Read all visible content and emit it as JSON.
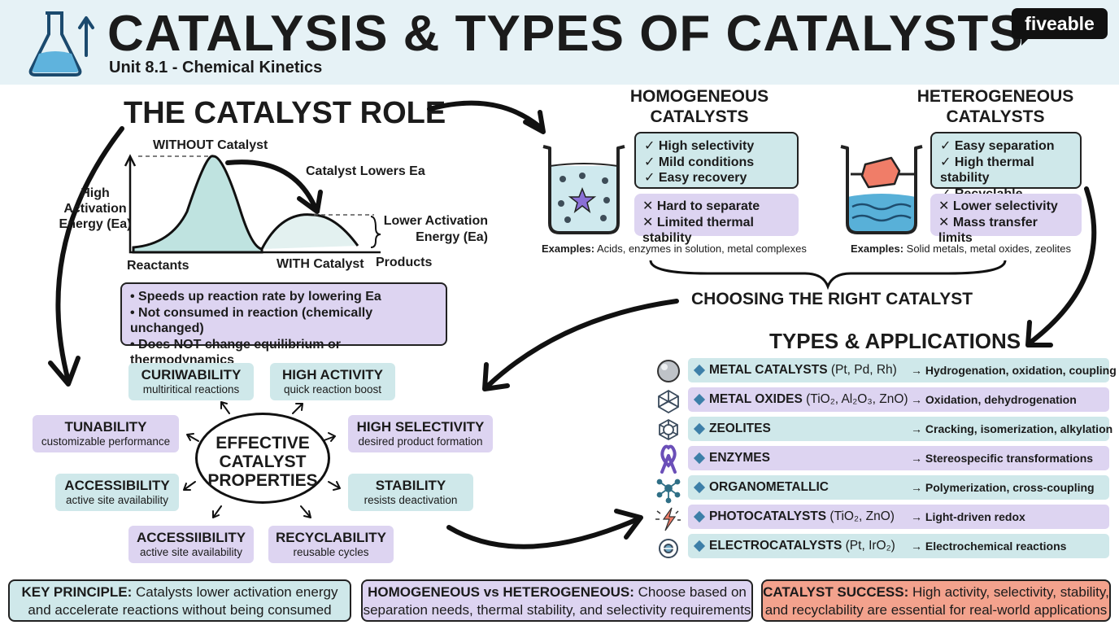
{
  "header": {
    "title": "CATALYSIS & TYPES OF CATALYSTS",
    "subtitle": "Unit 8.1 - Chemical Kinetics",
    "logo": "fiveable"
  },
  "catalyst_role": {
    "title": "THE CATALYST ROLE",
    "without_label": "WITHOUT Catalyst",
    "lowers_label": "Catalyst Lowers Ea",
    "high_ea_label": [
      "High",
      "Activation",
      "Energy (Ea)"
    ],
    "lower_ea_label": [
      "Lower Activation",
      "Energy (Ea)"
    ],
    "reactants": "Reactants",
    "with_label": "WITH Catalyst",
    "products": "Products",
    "points": [
      "• Speeds up reaction rate by lowering Ea",
      "• Not consumed in reaction (chemically unchanged)",
      "• Does NOT change equilibrium or thermodynamics"
    ]
  },
  "properties": {
    "center": [
      "EFFECTIVE",
      "CATALYST",
      "PROPERTIES"
    ],
    "items": [
      {
        "title": "CURIWABILITY",
        "desc": "multiritical reactions",
        "color": "teal"
      },
      {
        "title": "HIGH ACTIVITY",
        "desc": "quick reaction boost",
        "color": "teal"
      },
      {
        "title": "TUNABILITY",
        "desc": "customizable performance",
        "color": "purple"
      },
      {
        "title": "HIGH SELECTIVITY",
        "desc": "desired product formation",
        "color": "purple"
      },
      {
        "title": "ACCESSIBILITY",
        "desc": "active site availability",
        "color": "teal"
      },
      {
        "title": "STABILITY",
        "desc": "resists deactivation",
        "color": "teal"
      },
      {
        "title": "ACCESSIIBILITY",
        "desc": "active site availability",
        "color": "purple"
      },
      {
        "title": "RECYCLABILITY",
        "desc": "reusable cycles",
        "color": "purple"
      }
    ]
  },
  "homogeneous": {
    "title": [
      "HOMOGENEOUS",
      "CATALYSTS"
    ],
    "pros": [
      "✓ High selectivity",
      "✓ Mild conditions",
      "✓ Easy recovery"
    ],
    "cons": [
      "✕ Hard to separate",
      "✕ Limited thermal stability"
    ],
    "examples_label": "Examples:",
    "examples": " Acids, enzymes in solution, metal complexes"
  },
  "heterogeneous": {
    "title": [
      "HETEROGENEOUS",
      "CATALYSTS"
    ],
    "pros": [
      "✓ Easy separation",
      "✓ High thermal stability",
      "✓ Recyclable"
    ],
    "cons": [
      "✕ Lower selectivity",
      "✕ Mass transfer limits"
    ],
    "examples_label": "Examples:",
    "examples": " Solid metals, metal oxides, zeolites"
  },
  "choosing": "CHOOSING THE RIGHT CATALYST",
  "types": {
    "title": "TYPES & APPLICATIONS",
    "rows": [
      {
        "name": "METAL CATALYSTS",
        "detail": " (Pt, Pd, Rh)",
        "app": "→ Hydrogenation, oxidation, coupling",
        "icon": "metal-sphere-icon",
        "color": "teal"
      },
      {
        "name": "METAL OXIDES",
        "detail": " (TiO₂, Al₂O₃, ZnO)",
        "app": "→ Oxidation, dehydrogenation",
        "icon": "crystal-lattice-icon",
        "color": "purple"
      },
      {
        "name": "ZEOLITES",
        "detail": "",
        "app": "→ Cracking, isomerization, alkylation",
        "icon": "zeolite-cage-icon",
        "color": "teal"
      },
      {
        "name": "ENZYMES",
        "detail": "",
        "app": "→ Stereospecific transformations",
        "icon": "enzyme-ribbon-icon",
        "color": "purple"
      },
      {
        "name": "ORGANOMETALLIC",
        "detail": "",
        "app": "→ Polymerization, cross-coupling",
        "icon": "molecule-icon",
        "color": "teal"
      },
      {
        "name": "PHOTOCATALYSTS",
        "detail": " (TiO₂, ZnO)",
        "app": "→ Light-driven redox",
        "icon": "lightning-icon",
        "color": "purple"
      },
      {
        "name": "ELECTROCATALYSTS",
        "detail": " (Pt, IrO₂)",
        "app": "→ Electrochemical reactions",
        "icon": "electrode-icon",
        "color": "teal"
      }
    ]
  },
  "footer": {
    "key_label": "KEY PRINCIPLE:",
    "key_text": " Catalysts lower activation energy and accelerate reactions without being consumed",
    "homo_label": "HOMOGENEOUS vs HETEROGENEOUS:",
    "homo_text": " Choose based on separation needs, thermal stability, and selectivity requirements",
    "success_label": "CATALYST SUCCESS:",
    "success_text": " High activity, selectivity, stability, and recyclability are essential for real-world applications"
  },
  "colors": {
    "teal": "#cfe8ea",
    "purple": "#ddd4f1",
    "salmon": "#f3a28d",
    "header_band": "#e6f2f6"
  }
}
